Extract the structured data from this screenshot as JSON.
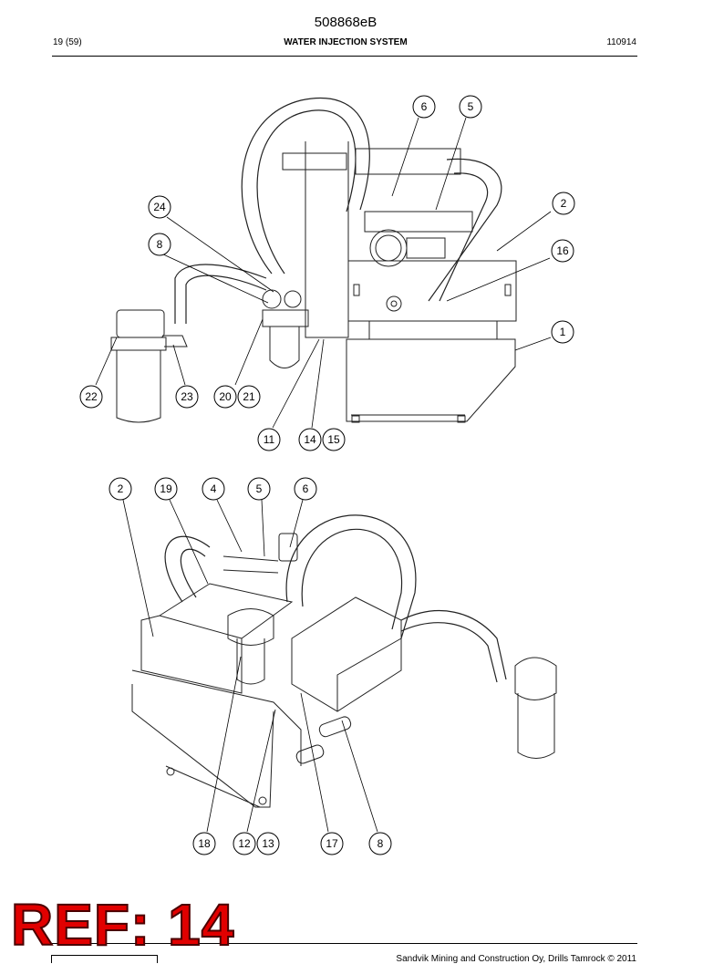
{
  "header": {
    "doc_id": "508868eB",
    "page": "19 (59)",
    "title": "WATER INJECTION SYSTEM",
    "date": "110914"
  },
  "footer": {
    "text": "Sandvik Mining and Construction Oy, Drills Tamrock © 2011"
  },
  "stamp": {
    "text": "REF: 14",
    "color": "#e10000"
  },
  "top_view_callouts": [
    "6",
    "5",
    "24",
    "2",
    "8",
    "16",
    "1",
    "22",
    "23",
    "20",
    "21",
    "11",
    "14",
    "15"
  ],
  "bottom_view_callouts": [
    "2",
    "19",
    "4",
    "5",
    "6",
    "18",
    "12",
    "13",
    "17",
    "8"
  ]
}
